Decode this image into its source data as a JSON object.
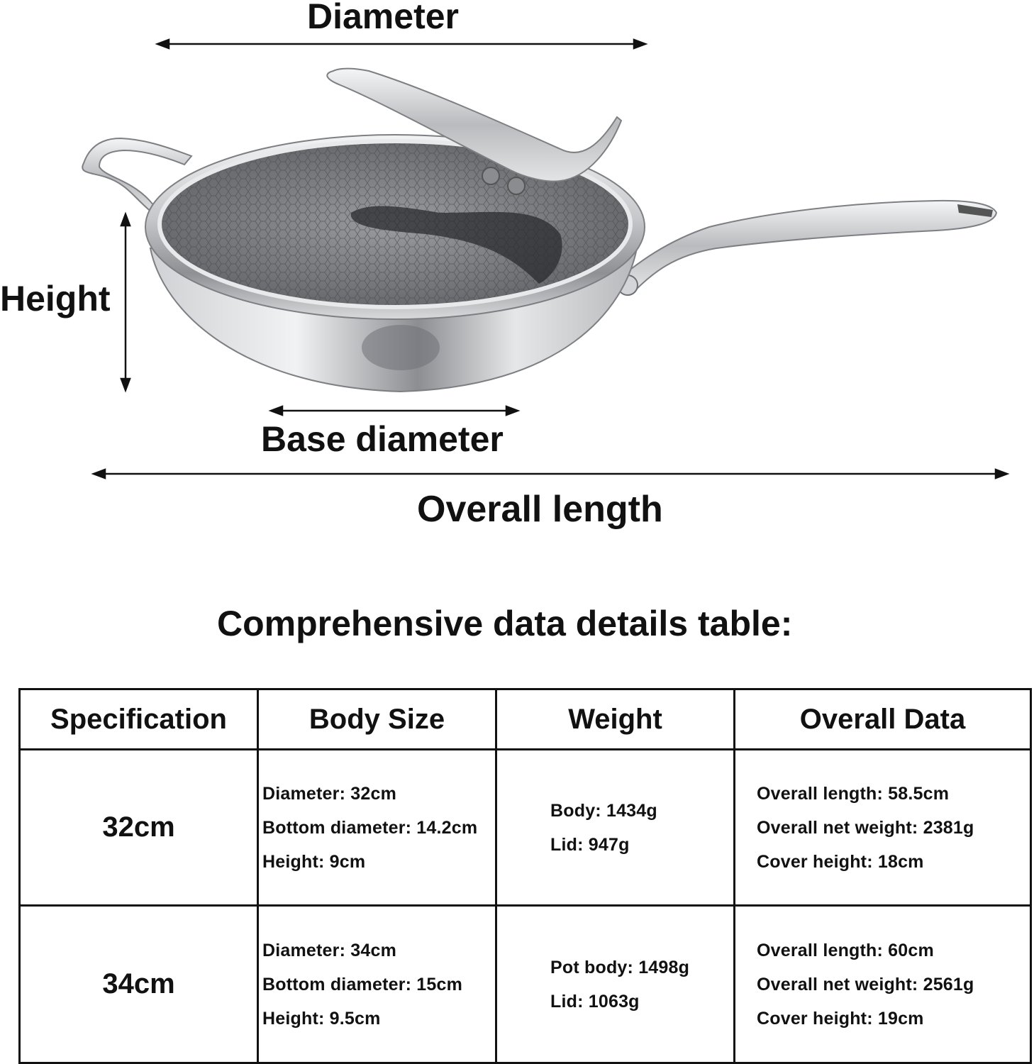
{
  "labels": {
    "diameter": "Diameter",
    "height": "Height",
    "base_diameter": "Base diameter",
    "overall_length": "Overall length"
  },
  "table_title": "Comprehensive data details table:",
  "table": {
    "headers": [
      "Specification",
      "Body Size",
      "Weight",
      "Overall Data"
    ],
    "rows": [
      {
        "spec": "32cm",
        "body_size": [
          "Diameter: 32cm",
          "Bottom diameter: 14.2cm",
          "Height: 9cm"
        ],
        "weight": [
          "Body: 1434g",
          "Lid: 947g"
        ],
        "overall": [
          "Overall length: 58.5cm",
          "Overall net weight: 2381g",
          "Cover height: 18cm"
        ]
      },
      {
        "spec": "34cm",
        "body_size": [
          "Diameter: 34cm",
          "Bottom diameter: 15cm",
          "Height: 9.5cm"
        ],
        "weight": [
          "Pot body: 1498g",
          "Lid: 1063g"
        ],
        "overall": [
          "Overall length: 60cm",
          "Overall net weight: 2561g",
          "Cover height: 19cm"
        ]
      }
    ]
  },
  "icons": [
    "wok-illustration",
    "double-arrow-icon"
  ],
  "colors": {
    "text": "#111111",
    "steel": "#c9cbce",
    "glass": "#6f7175"
  }
}
